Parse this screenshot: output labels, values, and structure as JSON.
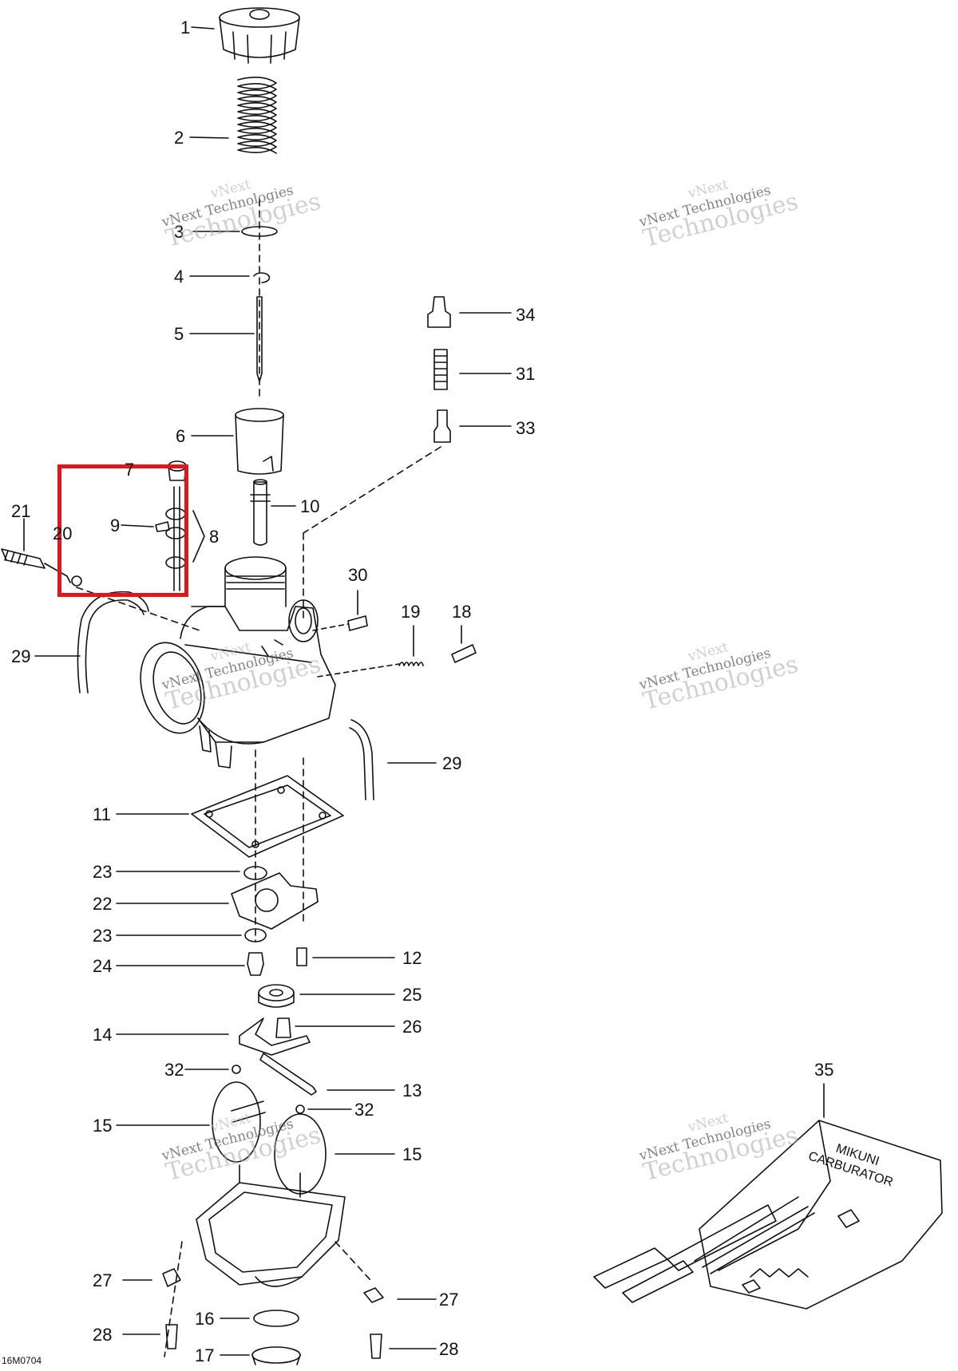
{
  "diagram": {
    "drawing_code": "16M0704",
    "highlight_color": "#e0161d",
    "watermark": {
      "line1": "vNext",
      "line2": "vNext Technologies",
      "line3": "Technologies"
    },
    "callouts": {
      "c1": "1",
      "c2": "2",
      "c3": "3",
      "c4": "4",
      "c5": "5",
      "c6": "6",
      "c7": "7",
      "c8": "8",
      "c9": "9",
      "c10": "10",
      "c11": "11",
      "c12": "12",
      "c13": "13",
      "c14": "14",
      "c15a": "15",
      "c15b": "15",
      "c16": "16",
      "c17": "17",
      "c18": "18",
      "c19": "19",
      "c20": "20",
      "c21": "21",
      "c22": "22",
      "c23a": "23",
      "c23b": "23",
      "c24": "24",
      "c25": "25",
      "c26": "26",
      "c27a": "27",
      "c27b": "27",
      "c28a": "28",
      "c28b": "28",
      "c29a": "29",
      "c29b": "29",
      "c30": "30",
      "c31": "31",
      "c32a": "32",
      "c32b": "32",
      "c33": "33",
      "c34": "34",
      "c35": "35"
    },
    "kit_text": {
      "line1": "MIKUNI",
      "line2": "CARBURATOR"
    }
  }
}
